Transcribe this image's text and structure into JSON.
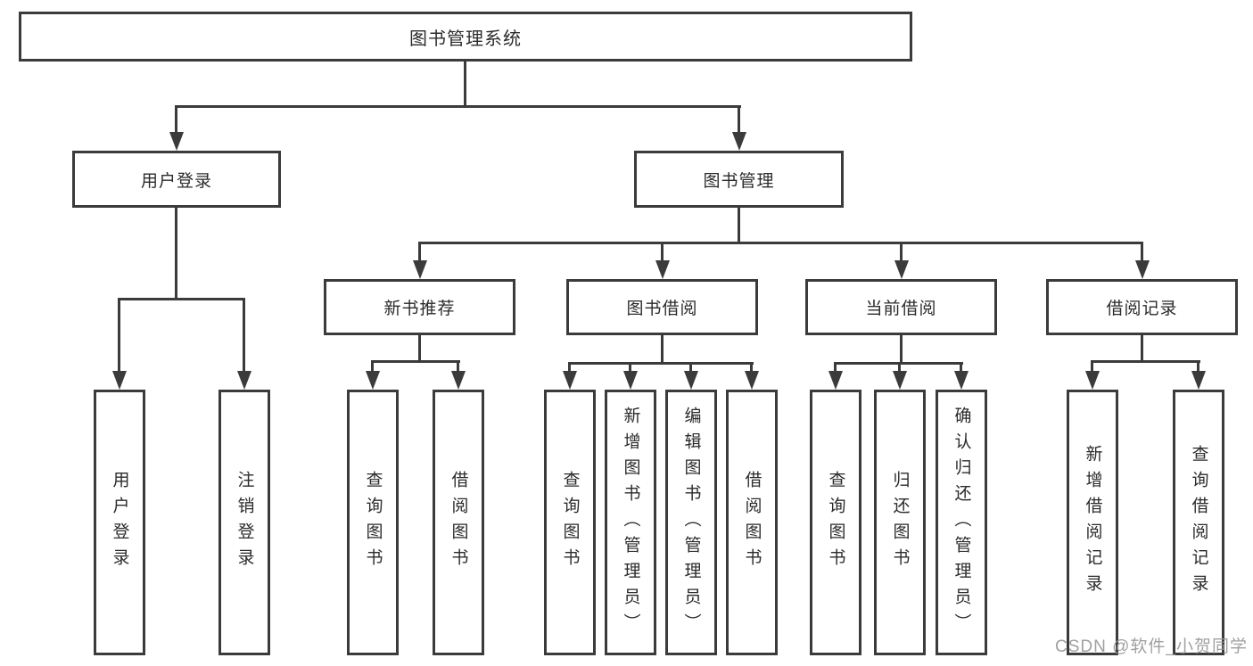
{
  "diagram": {
    "title": "图书管理系统",
    "root": {
      "label": "图书管理系统"
    },
    "level2": [
      {
        "id": "user-login",
        "label": "用户登录"
      },
      {
        "id": "book-management",
        "label": "图书管理"
      }
    ],
    "level3": [
      {
        "id": "new-book-recommend",
        "label": "新书推荐"
      },
      {
        "id": "book-borrow",
        "label": "图书借阅"
      },
      {
        "id": "current-borrow",
        "label": "当前借阅"
      },
      {
        "id": "borrow-records",
        "label": "借阅记录"
      }
    ],
    "leaves": {
      "user_login": [
        "用户登录",
        "注销登录"
      ],
      "new_book_recommend": [
        "查询图书",
        "借阅图书"
      ],
      "book_borrow": [
        "查询图书",
        "新增图书（管理员）",
        "编辑图书（管理员）",
        "借阅图书"
      ],
      "current_borrow": [
        "查询图书",
        "归还图书",
        "确认归还（管理员）"
      ],
      "borrow_records": [
        "新增借阅记录",
        "查询借阅记录"
      ]
    }
  },
  "watermark": {
    "text": "CSDN @软件_小贺同学"
  },
  "colors": {
    "line": "#3b3b3b",
    "box_border": "#3b3b3b",
    "text": "#2b2b2b",
    "watermark": "#969696",
    "background": "#ffffff"
  }
}
